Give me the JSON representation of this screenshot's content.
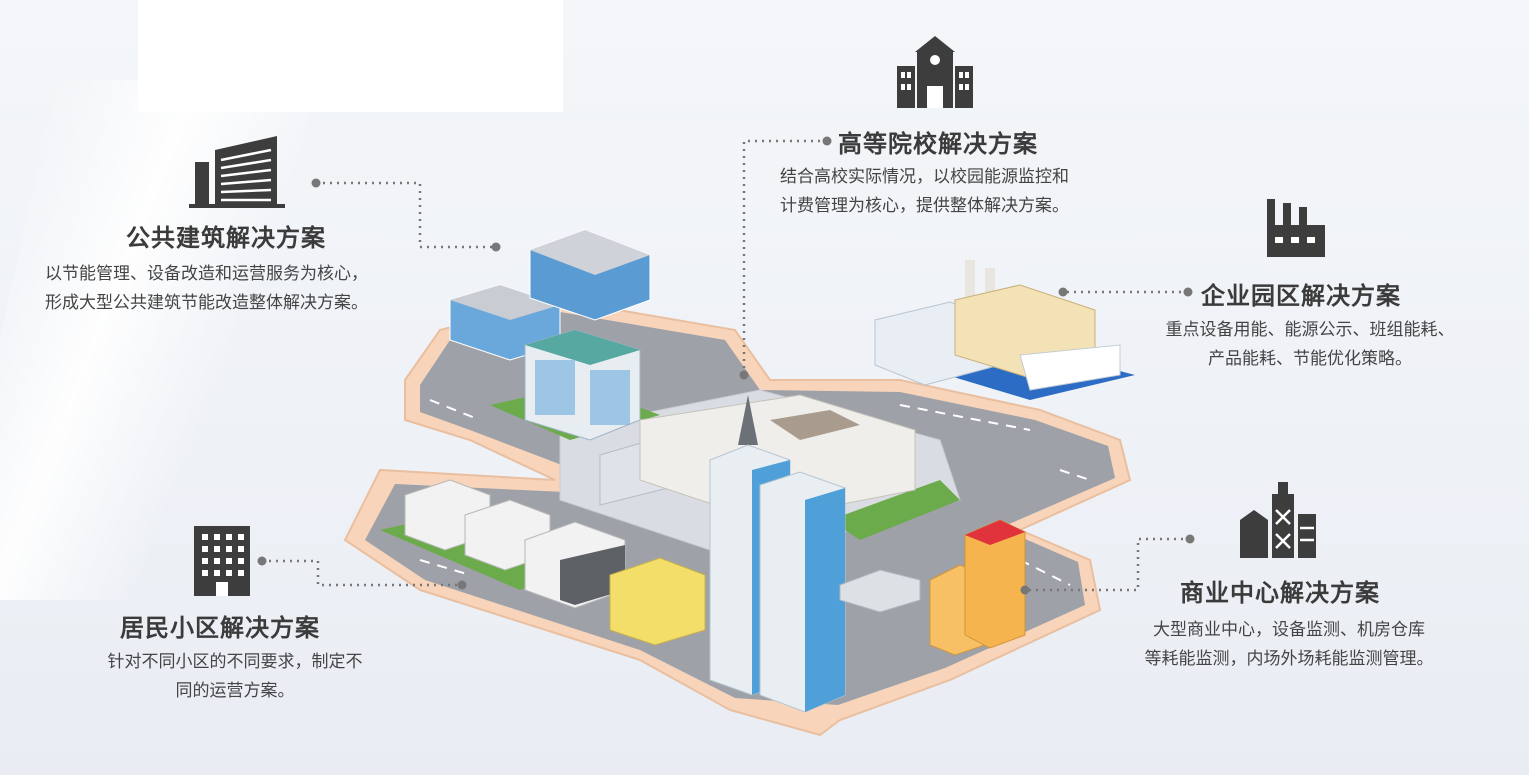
{
  "solutions": {
    "public_building": {
      "title": "公共建筑解决方案",
      "desc_line1": "以节能管理、设备改造和运营服务为核心，",
      "desc_line2": "形成大型公共建筑节能改造整体解决方案。"
    },
    "university": {
      "title": "高等院校解决方案",
      "desc_line1": "结合高校实际情况，以校园能源监控和",
      "desc_line2": "计费管理为核心，提供整体解决方案。"
    },
    "enterprise_park": {
      "title": "企业园区解决方案",
      "desc_line1": "重点设备用能、能源公示、班组能耗、",
      "desc_line2": "产品能耗、节能优化策略。"
    },
    "residential": {
      "title": "居民小区解决方案",
      "desc_line1": "针对不同小区的不同要求，制定不",
      "desc_line2": "同的运营方案。"
    },
    "commercial": {
      "title": "商业中心解决方案",
      "desc_line1": "大型商业中心，设备监测、机房仓库",
      "desc_line2": "等耗能监测，内场外场耗能监测管理。"
    }
  },
  "icons": [
    "office-building-icon",
    "school-icon",
    "factory-icon",
    "apartment-icon",
    "mall-icon"
  ],
  "colors": {
    "title": "#3b3b3b",
    "text": "#444444",
    "icon": "#3d3d3d",
    "road": "#9ea1a8",
    "road_border": "#f5d2b8",
    "glass_blue": "#4f9fd8",
    "grass": "#6cab4b"
  }
}
